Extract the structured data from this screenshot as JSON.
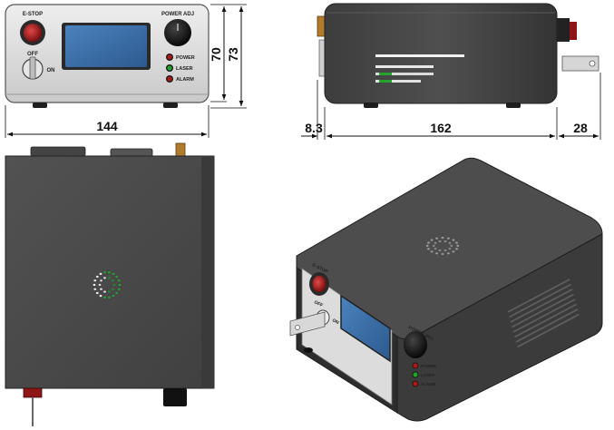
{
  "front_view": {
    "estop_label": "E-STOP",
    "power_adj_label": "POWER ADJ",
    "key_off_label": "OFF",
    "key_on_label": "ON",
    "indicators": [
      {
        "label": "POWER",
        "color": "#b01818"
      },
      {
        "label": "LASER",
        "color": "#21a32a"
      },
      {
        "label": "ALARM",
        "color": "#b01818"
      }
    ]
  },
  "dimensions": {
    "front_width": "144",
    "front_height_body": "70",
    "front_height_total": "73",
    "side_connector_offset": "8.3",
    "side_length": "162",
    "side_key_depth": "28"
  },
  "iso_view": {
    "estop_label": "E-STOP",
    "power_adj_label": "POWER ADJ",
    "key_off_label": "OFF",
    "key_on_label": "ON",
    "indicator_labels": [
      "POWER",
      "LASER",
      "ALARM"
    ]
  },
  "colors": {
    "housing_dark": "#4a4a4a",
    "housing_shadow": "#2f2f2f",
    "panel_silver": "#d8d8d8",
    "display_blue": "#3a6ea8",
    "estop_red": "#b31b1b",
    "led_green": "#22a52e"
  }
}
